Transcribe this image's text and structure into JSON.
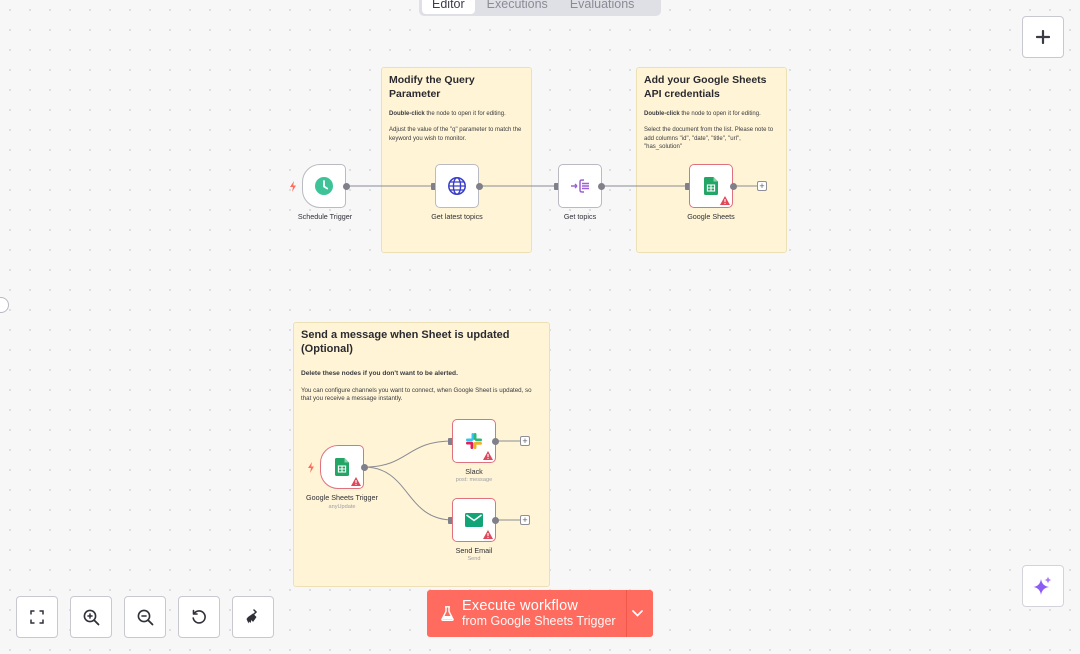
{
  "tabs": [
    "Editor",
    "Executions",
    "Evaluations"
  ],
  "sticky_query": {
    "title": "Modify the Query Parameter",
    "bold": "Double-click",
    "line1_rest": " the node to open it for editing.",
    "line2": "Adjust the value of the \"q\" parameter to match the keyword you wish to monitor."
  },
  "sticky_sheets": {
    "title": "Add your Google Sheets API credentials",
    "bold": "Double-click",
    "line1_rest": " the node to open it for editing.",
    "line2": "Select the document from the list. Please note to add columns \"id\", \"date\", \"title\", \"url\", \"has_solution\""
  },
  "sticky_message": {
    "title": "Send a message when Sheet is updated (Optional)",
    "line1": "Delete these nodes if you don't want to be alerted.",
    "line2": "You can configure channels you want to connect, when Google Sheet is updated, so that you receive a message instantly."
  },
  "nodes": {
    "schedule_trigger": {
      "label": "Schedule Trigger"
    },
    "get_latest_topics": {
      "label": "Get latest topics"
    },
    "get_topics": {
      "label": "Get topics"
    },
    "google_sheets": {
      "label": "Google Sheets"
    },
    "google_sheets_trigger": {
      "label": "Google Sheets Trigger",
      "sub": "anyUpdate"
    },
    "slack": {
      "label": "Slack",
      "sub": "post: message"
    },
    "send_email": {
      "label": "Send Email",
      "sub": "Send"
    }
  },
  "execute": {
    "main": "Execute workflow",
    "from": "from ",
    "trigger": "Google Sheets Trigger"
  },
  "icons": {
    "plus": "plus-icon",
    "fit": "fit-view-icon",
    "zoom_in": "zoom-in-icon",
    "zoom_out": "zoom-out-icon",
    "reset": "reset-zoom-icon",
    "tidy": "tidy-up-icon",
    "sparkle": "ai-sparkle-icon"
  },
  "colors": {
    "accent": "#ff6b5e",
    "sticky": "#fff5d6",
    "error": "#e0717f",
    "clock": "#3ec297",
    "globe": "#3a3dc8",
    "merge": "#9b5fd6",
    "sheets": "#23a566",
    "gmail": "#12a476"
  }
}
